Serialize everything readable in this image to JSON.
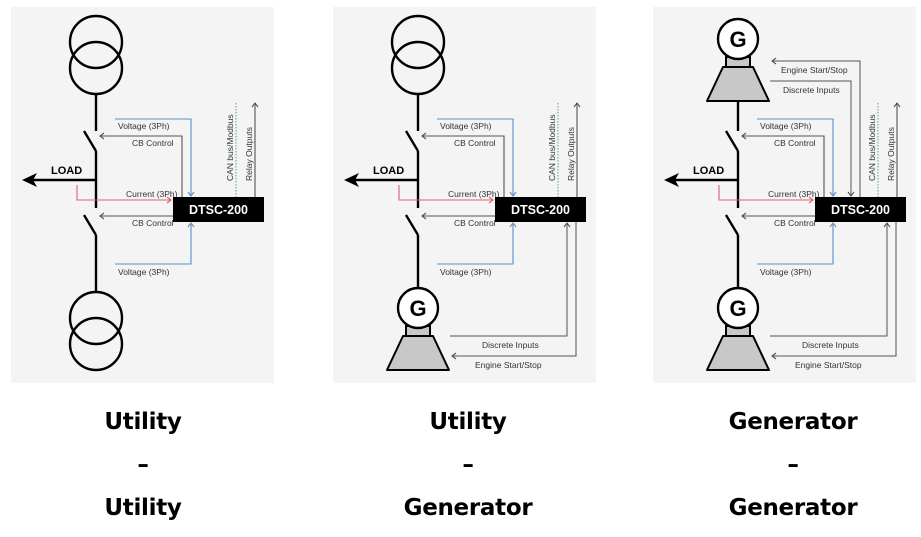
{
  "colors": {
    "panel_bg": "#f4f4f4",
    "voltage_line": "#5b8fc7",
    "current_line": "#e06070",
    "control_line": "#555555",
    "canbus_line": "#5aa86a",
    "controller_bg": "#000000",
    "generator_fill": "#c8c8c8"
  },
  "labels": {
    "load": "LOAD",
    "controller": "DTSC-200",
    "voltage": "Voltage (3Ph)",
    "cb_control": "CB Control",
    "current": "Current (3Ph)",
    "canbus": "CAN bus/Modbus",
    "relay": "Relay Outputs",
    "discrete_inputs": "Discrete Inputs",
    "engine_start_stop": "Engine Start/Stop",
    "generator_symbol": "G"
  },
  "panels": [
    {
      "id": "utility-utility",
      "top_source": "utility",
      "bottom_source": "utility",
      "caption": {
        "line1": "Utility",
        "separator": "–",
        "line2": "Utility"
      }
    },
    {
      "id": "utility-generator",
      "top_source": "utility",
      "bottom_source": "generator",
      "caption": {
        "line1": "Utility",
        "separator": "–",
        "line2": "Generator"
      }
    },
    {
      "id": "generator-generator",
      "top_source": "generator",
      "bottom_source": "generator",
      "caption": {
        "line1": "Generator",
        "separator": "–",
        "line2": "Generator"
      }
    }
  ]
}
